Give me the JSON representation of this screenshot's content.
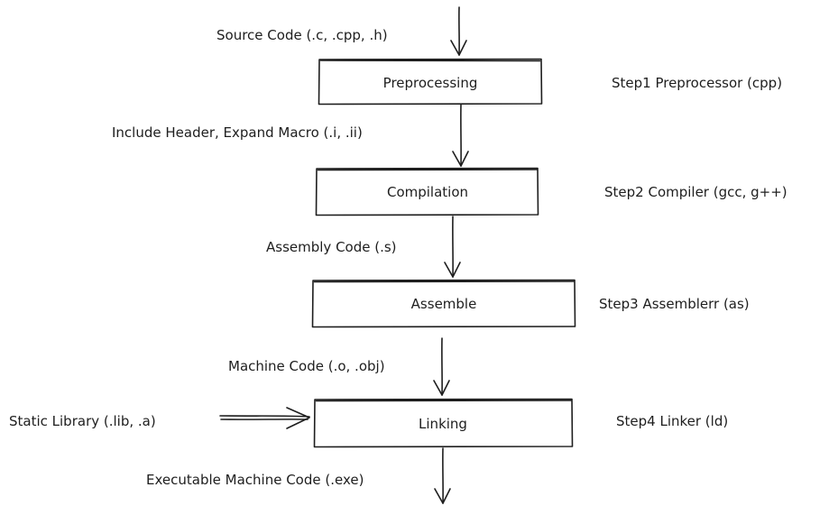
{
  "diagram": {
    "input_label": "Source Code (.c, .cpp, .h)",
    "steps": [
      {
        "box_label": "Preprocessing",
        "tool_label": "Step1 Preprocessor (cpp)",
        "output_label": "Include Header, Expand Macro (.i, .ii)"
      },
      {
        "box_label": "Compilation",
        "tool_label": "Step2 Compiler (gcc, g++)",
        "output_label": "Assembly Code (.s)"
      },
      {
        "box_label": "Assemble",
        "tool_label": "Step3 Assemblerr (as)",
        "output_label": "Machine Code (.o, .obj)"
      },
      {
        "box_label": "Linking",
        "tool_label": "Step4 Linker (ld)",
        "output_label": "Executable Machine Code (.exe)"
      }
    ],
    "side_input_label": "Static Library (.lib, .a)"
  }
}
